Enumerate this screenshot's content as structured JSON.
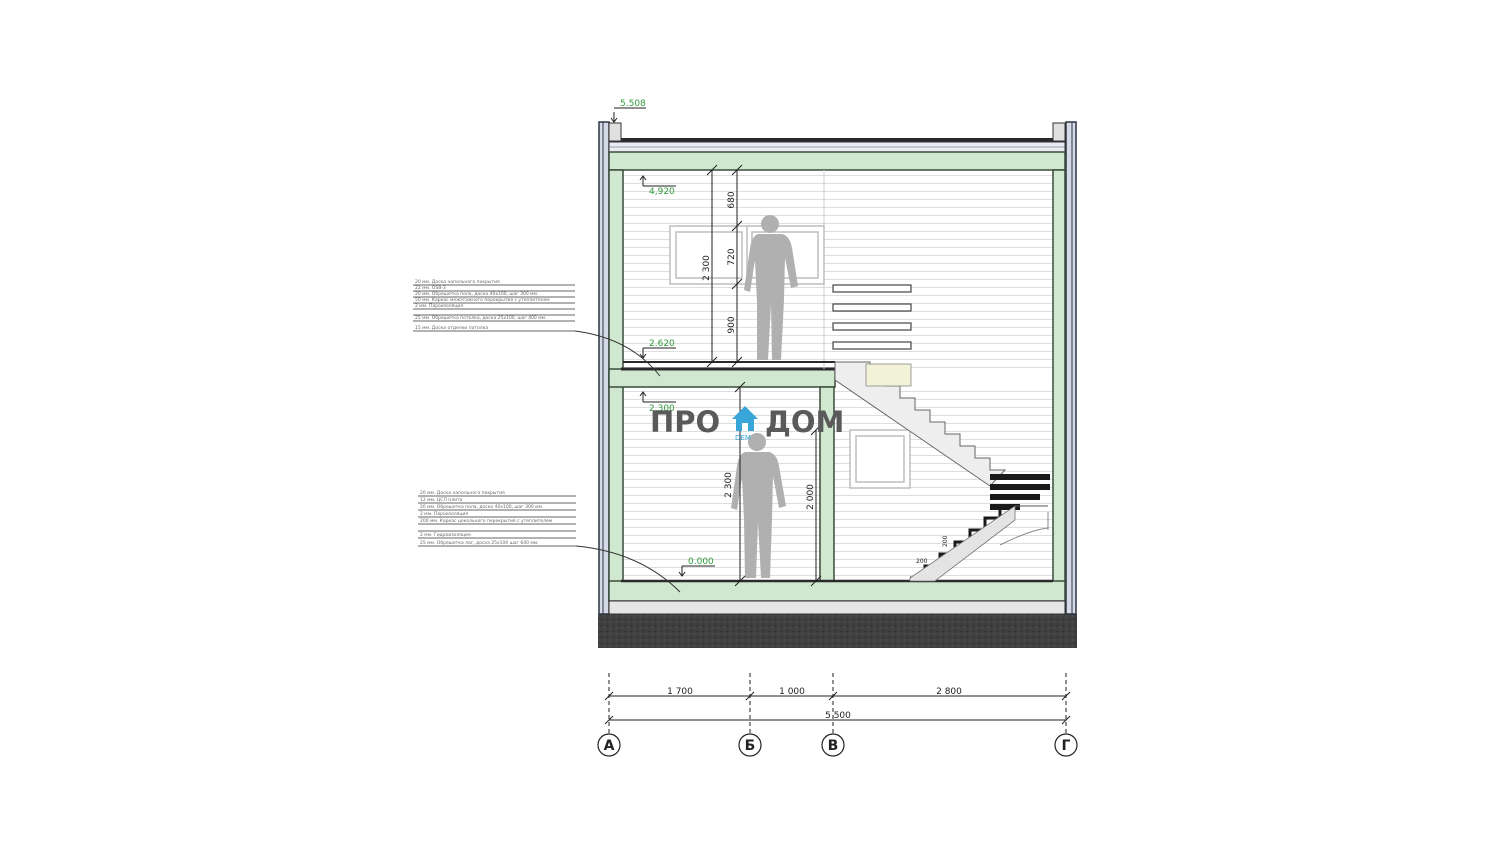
{
  "levels": {
    "roof_top": "5.508",
    "ceiling_2": "4,920",
    "floor_2": "2.620",
    "ceiling_1": "2.300",
    "floor_1": "0.000"
  },
  "vertical_dims": {
    "upper_total": "2 300",
    "upper_top": "680",
    "upper_mid": "720",
    "upper_bottom": "900",
    "lower_total": "2 300",
    "lower_door": "2 000",
    "stair_riser_a": "200",
    "stair_riser_b": "200"
  },
  "horizontal_dims": {
    "seg_ab": "1 700",
    "seg_bv": "1 000",
    "seg_vg": "2 800",
    "total": "5 500"
  },
  "axes": [
    "А",
    "Б",
    "В",
    "Г"
  ],
  "watermark": {
    "left": "ПРО",
    "right": "ДОМ",
    "sub": "DEM"
  },
  "notes_upper": [
    "20 мм. Доска напольного покрытия",
    "22 мм. OSB-3",
    "20 мм. Обрешетка пола, доска 40х100, шаг 300 мм.",
    "50 мм. Каркас межэтажного перекрытия с утеплителем",
    "2 мм. Пароизоляция",
    "25 мм. Обрешетка потолка, доска 25х100, шаг 400 мм.",
    "15 мм. Доска отделки потолка"
  ],
  "notes_lower": [
    "20 мм. Доска напольного покрытия",
    "12 мм. ЦСП плита",
    "20 мм. Обрешетка пола, доска 40х100, шаг 300 мм.",
    "2 мм. Пароизоляция",
    "200 мм. Каркас цокольного перекрытия с утеплителем",
    "2 мм. Гидроизоляция",
    "25 мм. Обрешетка лаг, доска 25х100 шаг 640 мм."
  ],
  "colors": {
    "structure_green": "#cfe8cf",
    "structure_outline": "#3b4a3b",
    "ground": "#3a3a3a",
    "level_text": "#2e9a3c",
    "figure": "#b0b0b0",
    "wall_line": "#d8d8d8"
  }
}
